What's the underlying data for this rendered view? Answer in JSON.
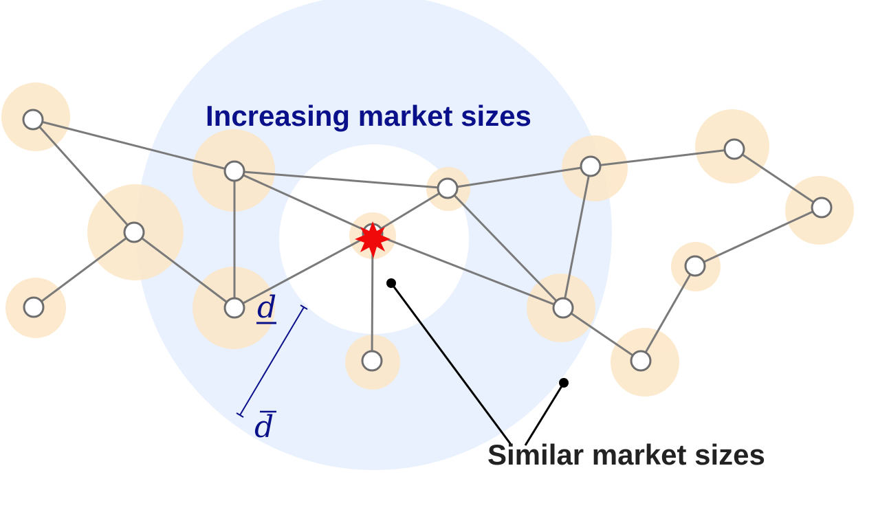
{
  "labels": {
    "increasing": "Increasing market sizes",
    "similar": "Similar market sizes",
    "d_lower": "d",
    "d_upper": "d"
  },
  "colors": {
    "outer_zone": "#e8f1fd",
    "node_halo": "#fce6c6",
    "edge": "#7a7a7a",
    "node_stroke": "#6e6e6e",
    "shock": "#f00a0a",
    "label_blue": "#0a0f8a",
    "label_black": "#222222"
  },
  "graph": {
    "shock_node": "center",
    "nodes": [
      "n_far_left_top",
      "n_far_left_bottom",
      "n_left_mid",
      "n_inner_top",
      "n_inner_bottom",
      "center",
      "n_bottom",
      "n_top_mid",
      "n_right_top",
      "n_right_mid",
      "n_right_far_top",
      "n_right_far",
      "n_right_lower",
      "n_right_bottom"
    ],
    "edges": [
      [
        "n_far_left_top",
        "n_left_mid"
      ],
      [
        "n_far_left_top",
        "n_inner_top"
      ],
      [
        "n_far_left_bottom",
        "n_left_mid"
      ],
      [
        "n_left_mid",
        "n_inner_bottom"
      ],
      [
        "n_inner_top",
        "n_inner_bottom"
      ],
      [
        "n_inner_top",
        "center"
      ],
      [
        "n_inner_top",
        "n_top_mid"
      ],
      [
        "n_inner_bottom",
        "center"
      ],
      [
        "center",
        "n_bottom"
      ],
      [
        "center",
        "n_top_mid"
      ],
      [
        "center",
        "n_right_mid"
      ],
      [
        "n_top_mid",
        "n_right_top"
      ],
      [
        "n_top_mid",
        "n_right_mid"
      ],
      [
        "n_right_top",
        "n_right_mid"
      ],
      [
        "n_right_top",
        "n_right_far_top"
      ],
      [
        "n_right_far_top",
        "n_right_far"
      ],
      [
        "n_right_far",
        "n_right_lower"
      ],
      [
        "n_right_lower",
        "n_right_bottom"
      ],
      [
        "n_right_mid",
        "n_right_bottom"
      ]
    ]
  }
}
